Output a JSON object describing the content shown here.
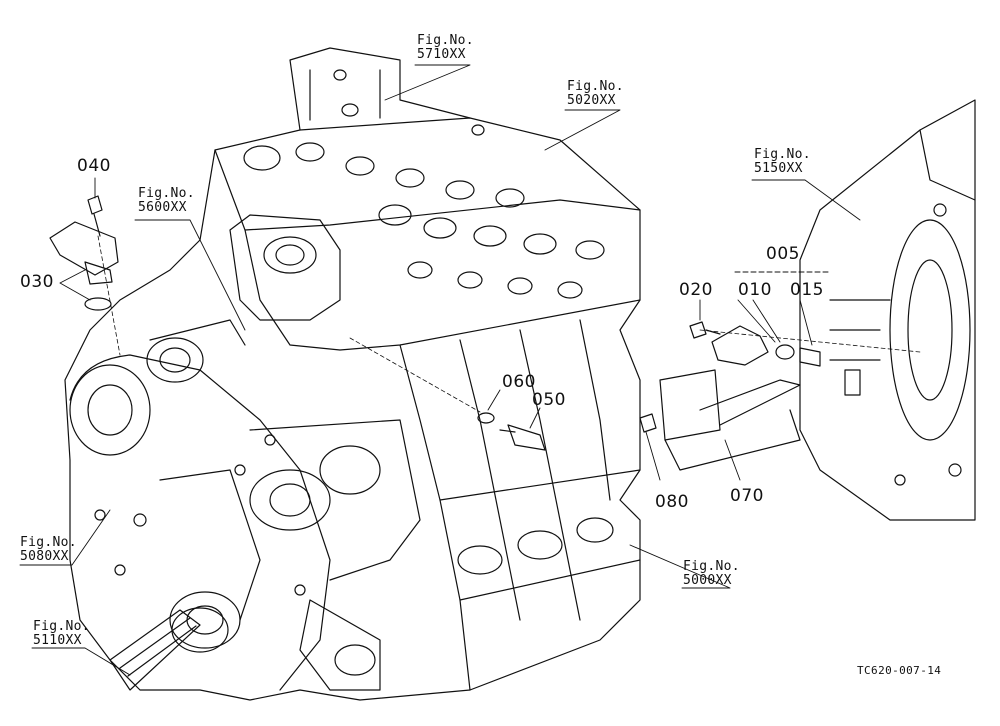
{
  "fig_refs": [
    {
      "key": "f5710",
      "title": "Fig.No.",
      "number": "5710XX"
    },
    {
      "key": "f5020",
      "title": "Fig.No.",
      "number": "5020XX"
    },
    {
      "key": "f5150",
      "title": "Fig.No.",
      "number": "5150XX"
    },
    {
      "key": "f5600",
      "title": "Fig.No.",
      "number": "5600XX"
    },
    {
      "key": "f5080",
      "title": "Fig.No.",
      "number": "5080XX"
    },
    {
      "key": "f5110",
      "title": "Fig.No.",
      "number": "5110XX"
    },
    {
      "key": "f5000",
      "title": "Fig.No.",
      "number": "5000XX"
    }
  ],
  "part_numbers": {
    "p040": "040",
    "p030": "030",
    "p005": "005",
    "p020": "020",
    "p010": "010",
    "p015": "015",
    "p060": "060",
    "p050": "050",
    "p080": "080",
    "p070": "070"
  },
  "drawing_code": "TC620-007-14"
}
